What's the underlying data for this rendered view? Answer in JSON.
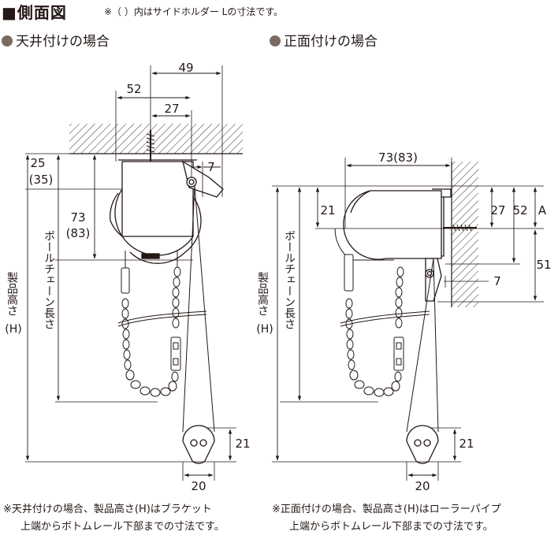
{
  "header": {
    "title": "■側面図",
    "note": "※（ ）内はサイドホルダー Lの寸法です。"
  },
  "ceiling": {
    "title": "天井付けの場合",
    "dims": {
      "width_total": "49",
      "width_bracket": "52",
      "width_inner": "27",
      "top_offset": "25",
      "top_offset_l": "(35)",
      "height_mid": "73",
      "height_mid_l": "(83)",
      "side_gap": "7",
      "bottom_h": "21",
      "bottom_w": "20"
    },
    "labels": {
      "product_height": "製品高さ",
      "product_height_code": "(H)",
      "ball_chain": "ボールチェーン長さ"
    },
    "footnote": [
      "※天井付けの場合、製品高さ(H)はブラケット",
      "上端からボトムレール下部までの寸法です。"
    ]
  },
  "front": {
    "title": "正面付けの場合",
    "dims": {
      "width_total": "73(83)",
      "left_offset": "21",
      "d27": "27",
      "d52": "52",
      "dA": "A",
      "d51": "51",
      "d7": "7",
      "bottom_h": "21",
      "bottom_w": "20"
    },
    "labels": {
      "product_height": "製品高さ",
      "product_height_code": "(H)",
      "ball_chain": "ボールチェーン長さ"
    },
    "footnote": [
      "※正面付けの場合、製品高さ(H)はローラーパイプ",
      "上端からボトムレール下部までの寸法です。"
    ]
  }
}
